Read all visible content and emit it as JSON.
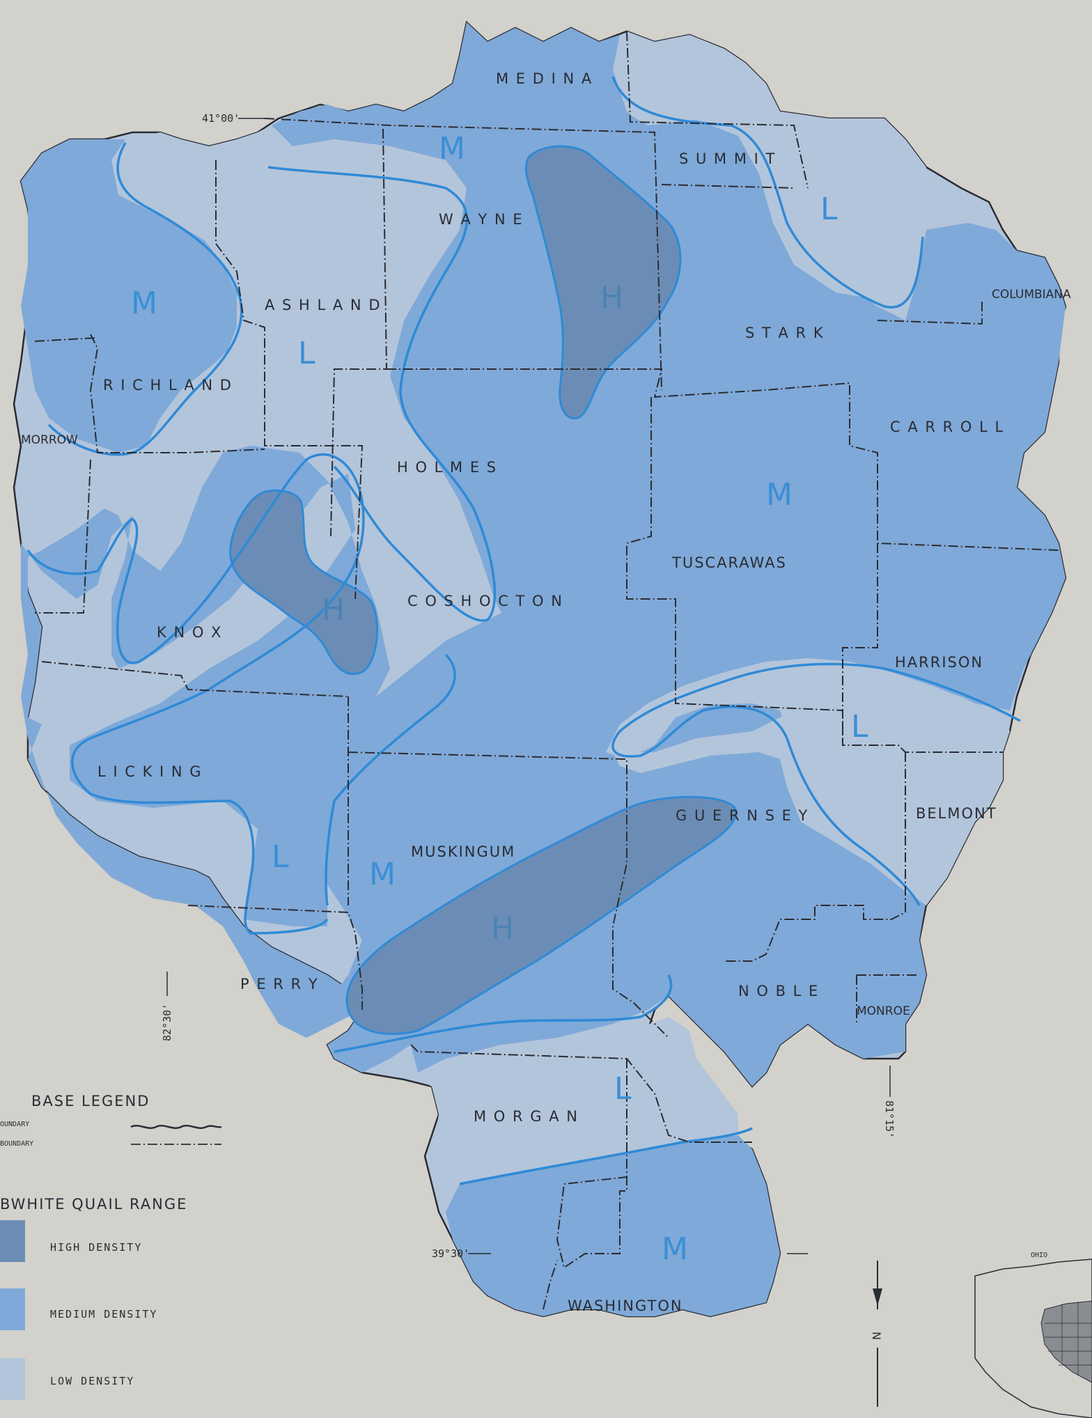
{
  "counties": {
    "medina": "M E D I N A",
    "summit": "S U M M I T",
    "wayne": "W A Y N E",
    "ashland": "A S H L A N D",
    "richland": "R I C H L A N D",
    "morrow": "MORROW",
    "columbiana": "COLUMBIANA",
    "stark": "S T A R K",
    "carroll": "C A R R O L L",
    "holmes": "H O L M E S",
    "tuscarawas": "TUSCARAWAS",
    "knox": "K N O X",
    "coshocton": "C O S H O C T O N",
    "harrison": "HARRISON",
    "licking": "L I C K I N G",
    "guernsey": "G U E R N S E Y",
    "belmont": "BELMONT",
    "muskingum": "MUSKINGUM",
    "perry": "P E R R Y",
    "noble": "N O B L E",
    "monroe": "MONROE",
    "morgan": "M O R G A N",
    "washington": "WASHINGTON"
  },
  "zone_labels": {
    "high": "H",
    "medium": "M",
    "low": "L"
  },
  "coordinates": {
    "lat_41_00": "41°00'",
    "lat_39_30": "39°30'",
    "lon_82_30": "82°30'",
    "lon_81_15": "81°15'"
  },
  "legend": {
    "base_title": "BASE LEGEND",
    "state_boundary": "OUNDARY",
    "county_boundary": "BOUNDARY",
    "range_title": "BWHITE QUAIL RANGE",
    "high": "HIGH DENSITY",
    "medium": "MEDIUM DENSITY",
    "low": "LOW DENSITY"
  },
  "north_arrow": "N",
  "inset_label": "OHIO",
  "colors": {
    "background": "#d2d1cc",
    "high_density": "#6b8db5",
    "medium_density": "#7fa9d8",
    "low_density": "#b3c5db",
    "range_line": "#2f8ad6",
    "boundary": "#2a2c33"
  }
}
